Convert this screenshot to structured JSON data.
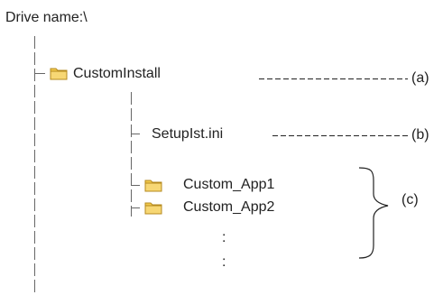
{
  "root": {
    "label": "Drive name:\\"
  },
  "tree": {
    "custom_install": {
      "label": "CustomInstall",
      "icon": "folder-icon"
    },
    "setup_ini": {
      "label": "SetupIst.ini"
    },
    "custom_app1": {
      "label": "Custom_App1",
      "icon": "folder-icon"
    },
    "custom_app2": {
      "label": "Custom_App2",
      "icon": "folder-icon"
    },
    "ellipsis_1": ":",
    "ellipsis_2": ":"
  },
  "annotations": {
    "a": "(a)",
    "b": "(b)",
    "c": "(c)"
  },
  "colors": {
    "line": "#666666",
    "folder_body": "#f2c94c",
    "folder_edge": "#b58a1e",
    "folder_tab": "#e6b33a"
  }
}
